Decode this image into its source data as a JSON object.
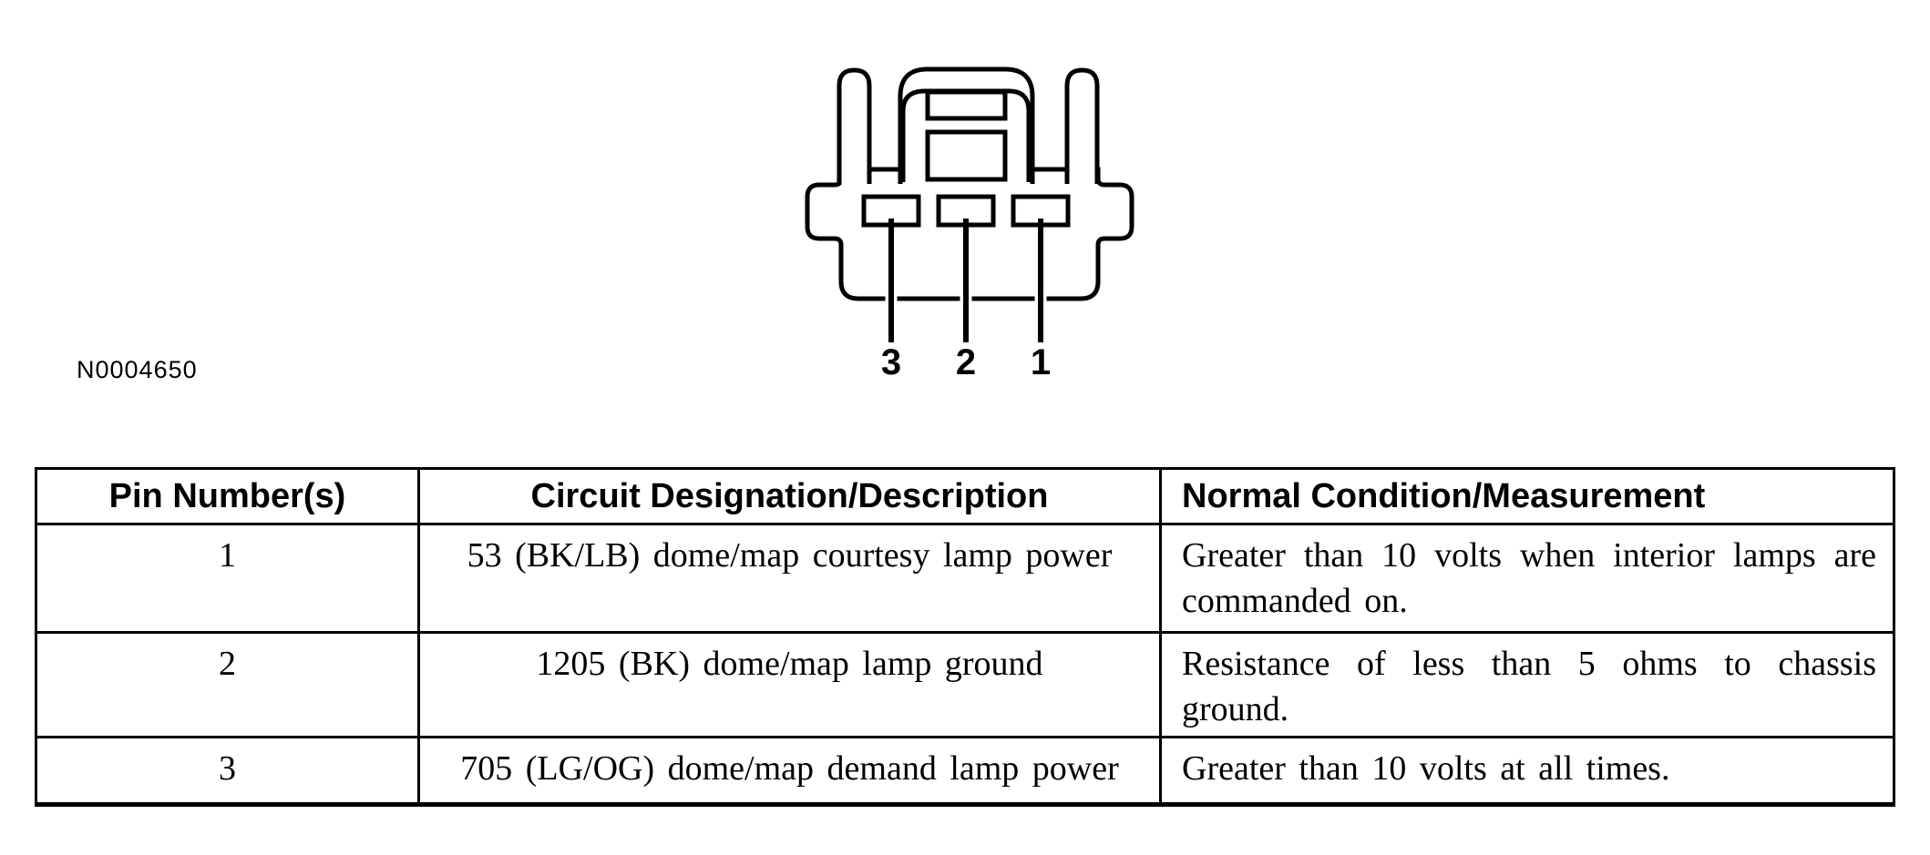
{
  "figure": {
    "code": "N0004650",
    "connector": {
      "description": "3-pin dome/map lamp connector face view",
      "pin_labels": [
        "3",
        "2",
        "1"
      ]
    }
  },
  "table": {
    "headers": {
      "pin": "Pin Number(s)",
      "circuit": "Circuit Designation/Description",
      "condition": "Normal Condition/Measurement"
    },
    "rows": [
      {
        "pin": "1",
        "circuit": "53 (BK/LB) dome/map courtesy lamp power",
        "condition": "Greater than 10 volts when interior lamps are commanded on."
      },
      {
        "pin": "2",
        "circuit": "1205 (BK) dome/map lamp ground",
        "condition": "Resistance of less than 5 ohms to chassis ground."
      },
      {
        "pin": "3",
        "circuit": "705 (LG/OG) dome/map demand lamp power",
        "condition": "Greater than 10 volts at all times."
      }
    ]
  },
  "colors": {
    "ink": "#000000",
    "background": "#ffffff"
  }
}
